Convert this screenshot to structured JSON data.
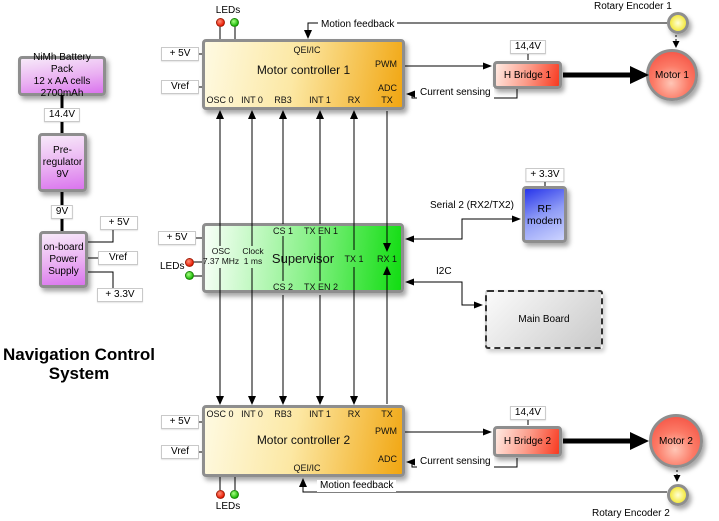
{
  "title": "Navigation Control System",
  "power": {
    "battery": [
      "NiMh Battery Pack",
      "12 x AA cells",
      "2700mAh"
    ],
    "battery_voltage": "14.4V",
    "preregulator": [
      "Pre-",
      "regulator",
      "9V"
    ],
    "prereg_voltage": "9V",
    "supply": [
      "on-board",
      "Power",
      "Supply"
    ],
    "out_5v": "+ 5V",
    "out_vref": "Vref",
    "out_3v3": "+ 3.3V"
  },
  "mc1": {
    "name": "Motor controller 1",
    "qei": "QEI/IC",
    "pwm": "PWM",
    "adc": "ADC",
    "pins": [
      "OSC 0",
      "INT 0",
      "RB3",
      "INT 1",
      "RX",
      "TX"
    ],
    "vcc": "+ 5V",
    "vref": "Vref",
    "leds": "LEDs"
  },
  "mc2": {
    "name": "Motor controller 2",
    "qei": "QEI/IC",
    "pwm": "PWM",
    "adc": "ADC",
    "pins": [
      "OSC 0",
      "INT 0",
      "RB3",
      "INT 1",
      "RX",
      "TX"
    ],
    "vcc": "+ 5V",
    "vref": "Vref",
    "leds": "LEDs"
  },
  "supervisor": {
    "name": "Supervisor",
    "cs1": "CS 1",
    "txen1": "TX EN 1",
    "cs2": "CS 2",
    "txen2": "TX EN 2",
    "osc": [
      "OSC",
      "7.37 MHz"
    ],
    "clock": [
      "Clock",
      "1 ms"
    ],
    "tx1": "TX 1",
    "rx1": "RX 1",
    "vcc": "+ 5V",
    "leds": "LEDs"
  },
  "hbridge1": {
    "name": "H Bridge 1",
    "voltage": "14,4V"
  },
  "hbridge2": {
    "name": "H Bridge 2",
    "voltage": "14,4V"
  },
  "motor1": {
    "name": "Motor 1"
  },
  "motor2": {
    "name": "Motor 2"
  },
  "encoder1": {
    "name": "Rotary Encoder 1"
  },
  "encoder2": {
    "name": "Rotary Encoder 2"
  },
  "rf_modem": {
    "line1": "RF",
    "line2": "modem",
    "voltage": "+ 3.3V"
  },
  "main_board": {
    "name": "Main Board"
  },
  "links": {
    "motion_feedback_1": "Motion feedback",
    "motion_feedback_2": "Motion feedback",
    "current_sensing_1": "Current sensing",
    "current_sensing_2": "Current sensing",
    "serial2": "Serial 2 (RX2/TX2)",
    "i2c": "I2C"
  },
  "colors": {
    "mc_gradient": [
      "#fefae2",
      "#f1a611"
    ],
    "supervisor_gradient": [
      "#f8fff8",
      "#12dd12"
    ],
    "hbridge_gradient": [
      "#ffeae2",
      "#f83a20"
    ],
    "power_purple_gradient": [
      "#f7e9f9",
      "#da74ee"
    ],
    "rf_blue_gradient": [
      "#2634ea",
      "#ccd3ff"
    ],
    "motor_red": "#f2473a",
    "encoder_yellow": "#f6ec55",
    "led_red": "#e81600",
    "led_green": "#14b600",
    "box_border": "#8e8e8e"
  }
}
